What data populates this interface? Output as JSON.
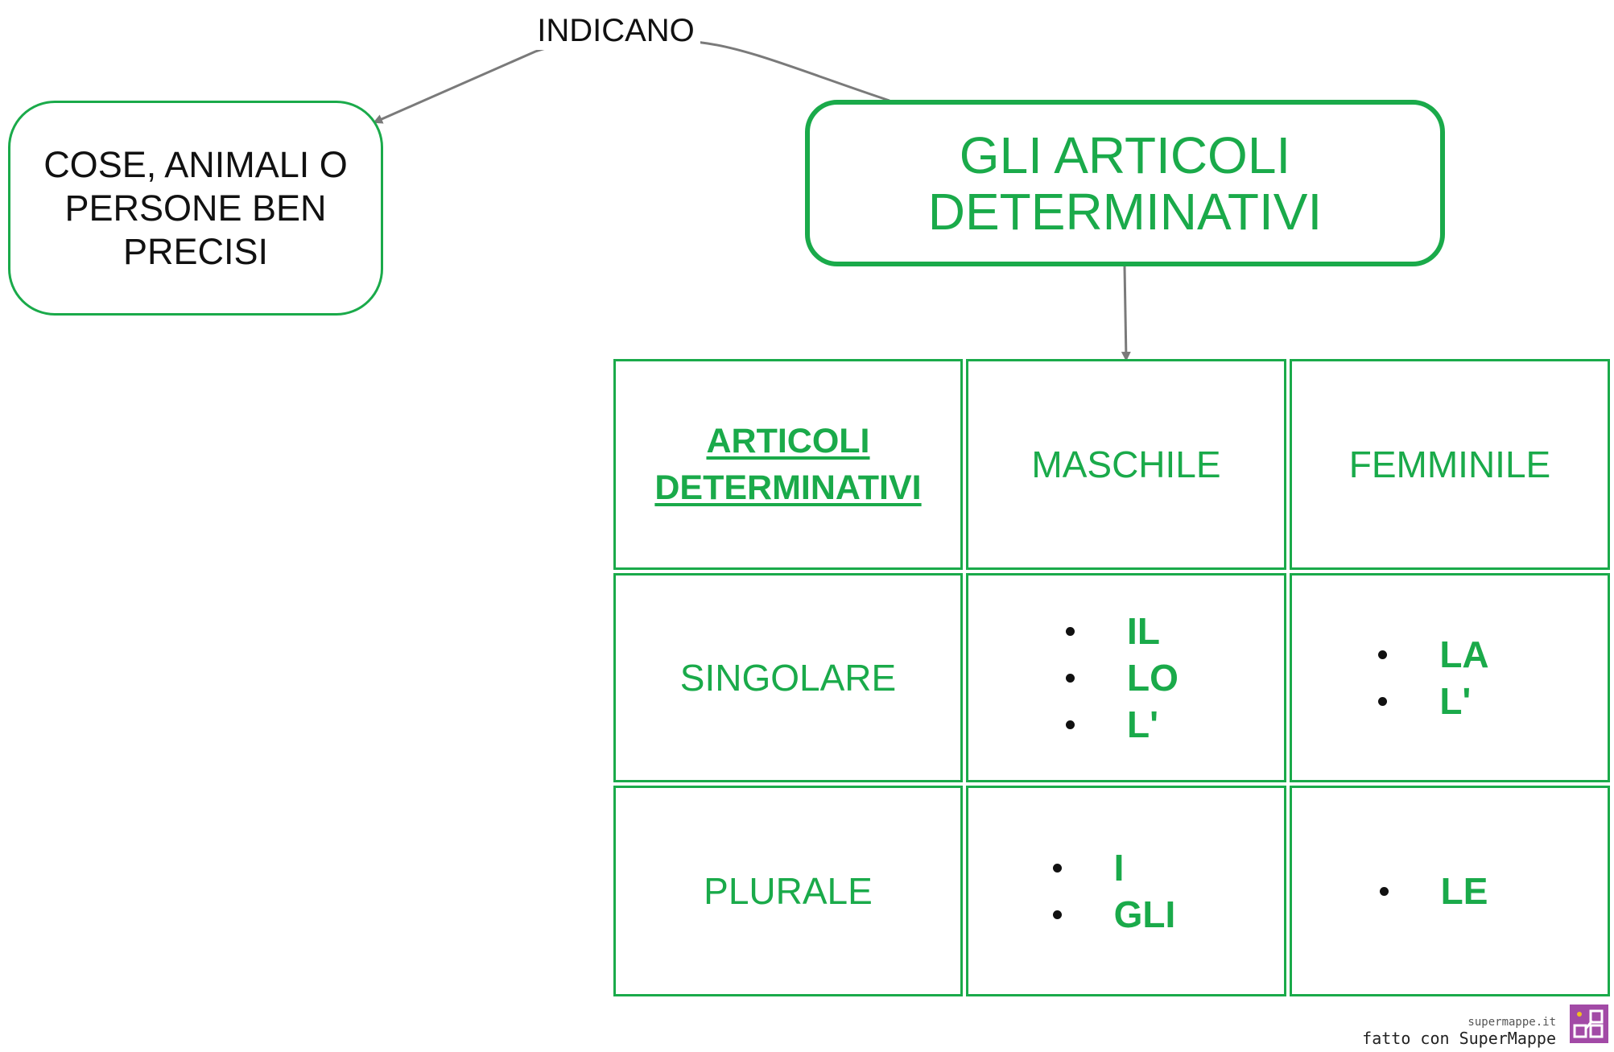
{
  "connector_label": "INDICANO",
  "nodes": {
    "objects": {
      "text": "COSE, ANIMALI O PERSONE BEN PRECISI"
    },
    "main": {
      "text": "GLI ARTICOLI DETERMINATIVI"
    }
  },
  "table": {
    "header": {
      "title": "ARTICOLI DETERMINATIVI",
      "masculine": "MASCHILE",
      "feminine": "FEMMINILE"
    },
    "rows": [
      {
        "label": "SINGOLARE",
        "masculine": [
          "IL",
          "LO",
          "L'"
        ],
        "feminine": [
          "LA",
          "L'"
        ]
      },
      {
        "label": "PLURALE",
        "masculine": [
          "I",
          "GLI"
        ],
        "feminine": [
          "LE"
        ]
      }
    ]
  },
  "footer": {
    "site": "supermappe.it",
    "made_with": "fatto con SuperMappe"
  },
  "colors": {
    "accent": "#1aaa4a",
    "connector": "#7a7a7a",
    "logo": "#a24aa6"
  }
}
